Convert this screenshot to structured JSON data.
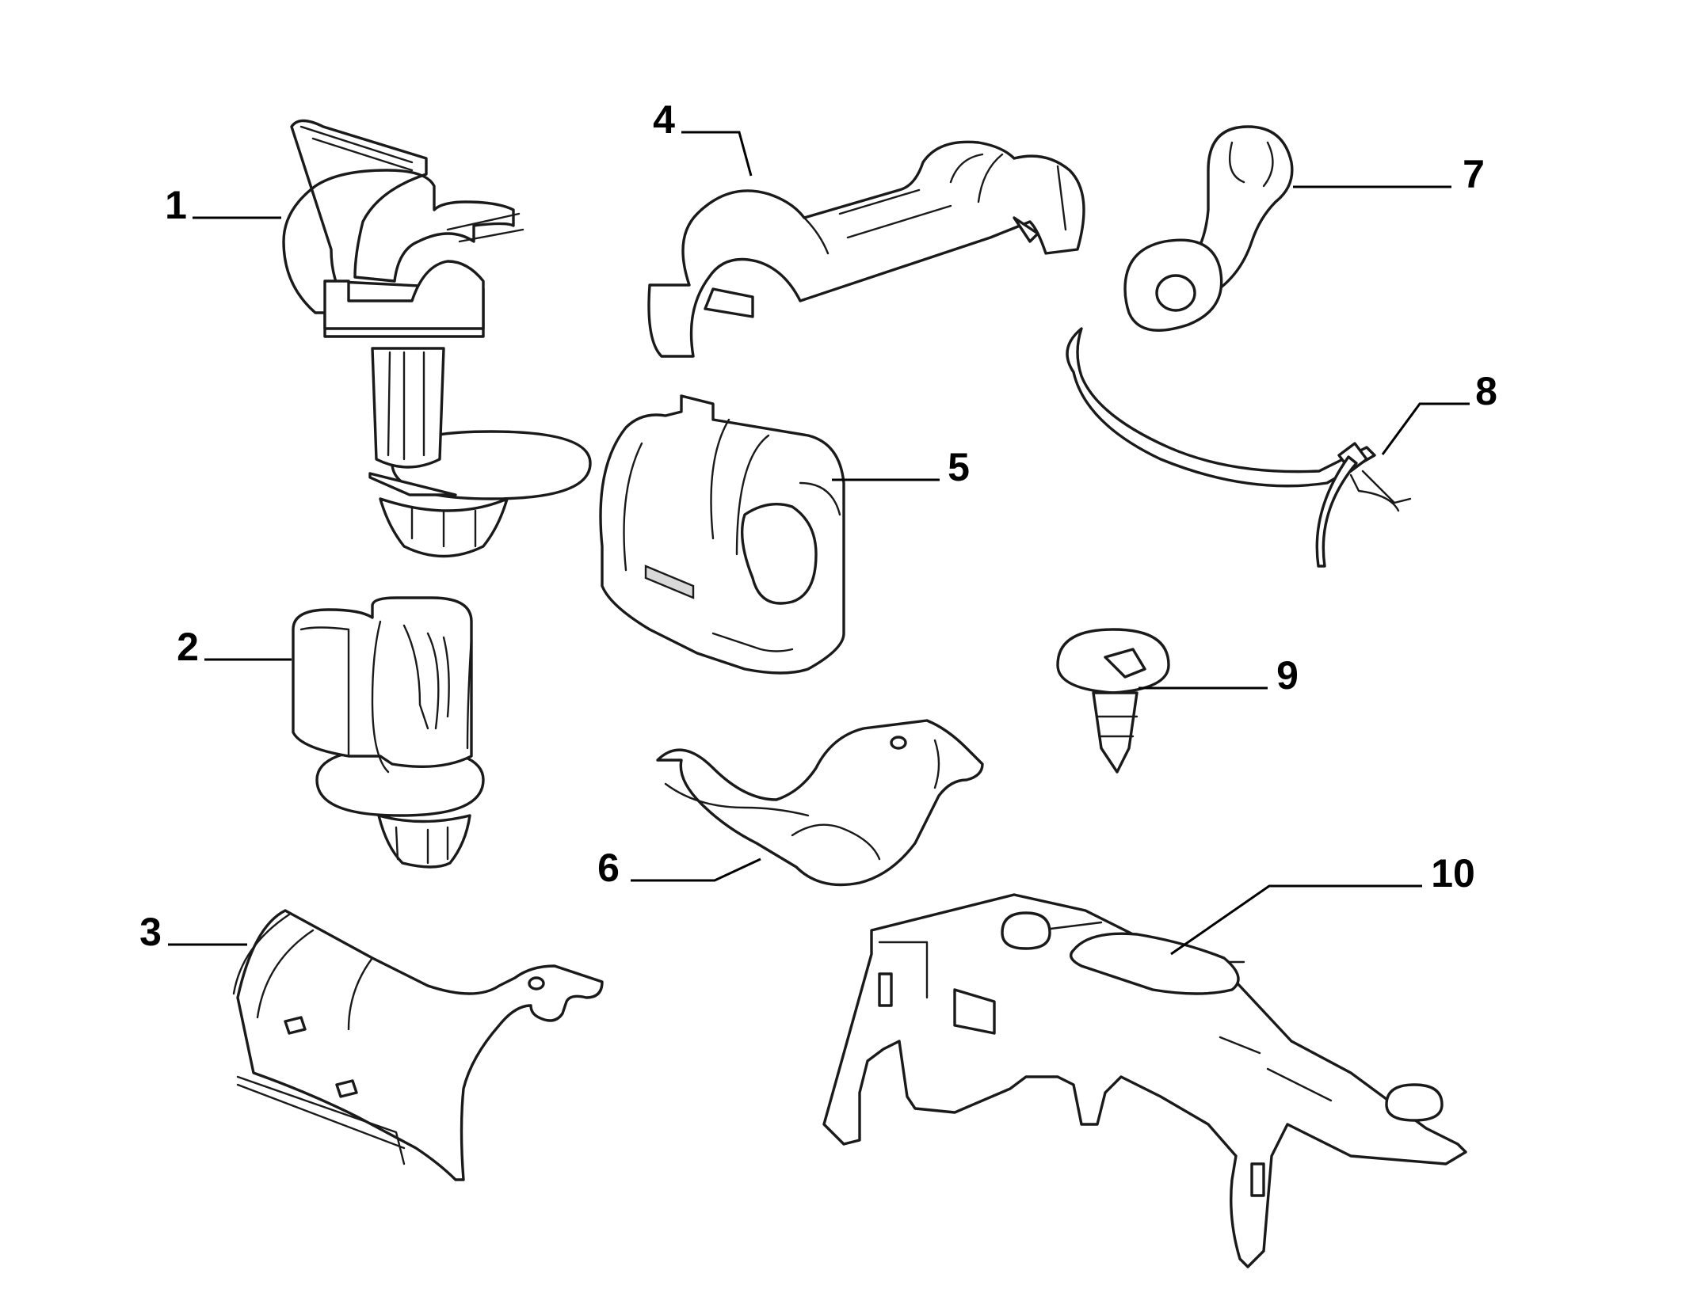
{
  "callouts": [
    "1",
    "2",
    "3",
    "4",
    "5",
    "6",
    "7",
    "8",
    "9",
    "10"
  ],
  "colors": {
    "line": "#1a1a1a",
    "background": "#ffffff",
    "shade": "#d9d9d9"
  }
}
